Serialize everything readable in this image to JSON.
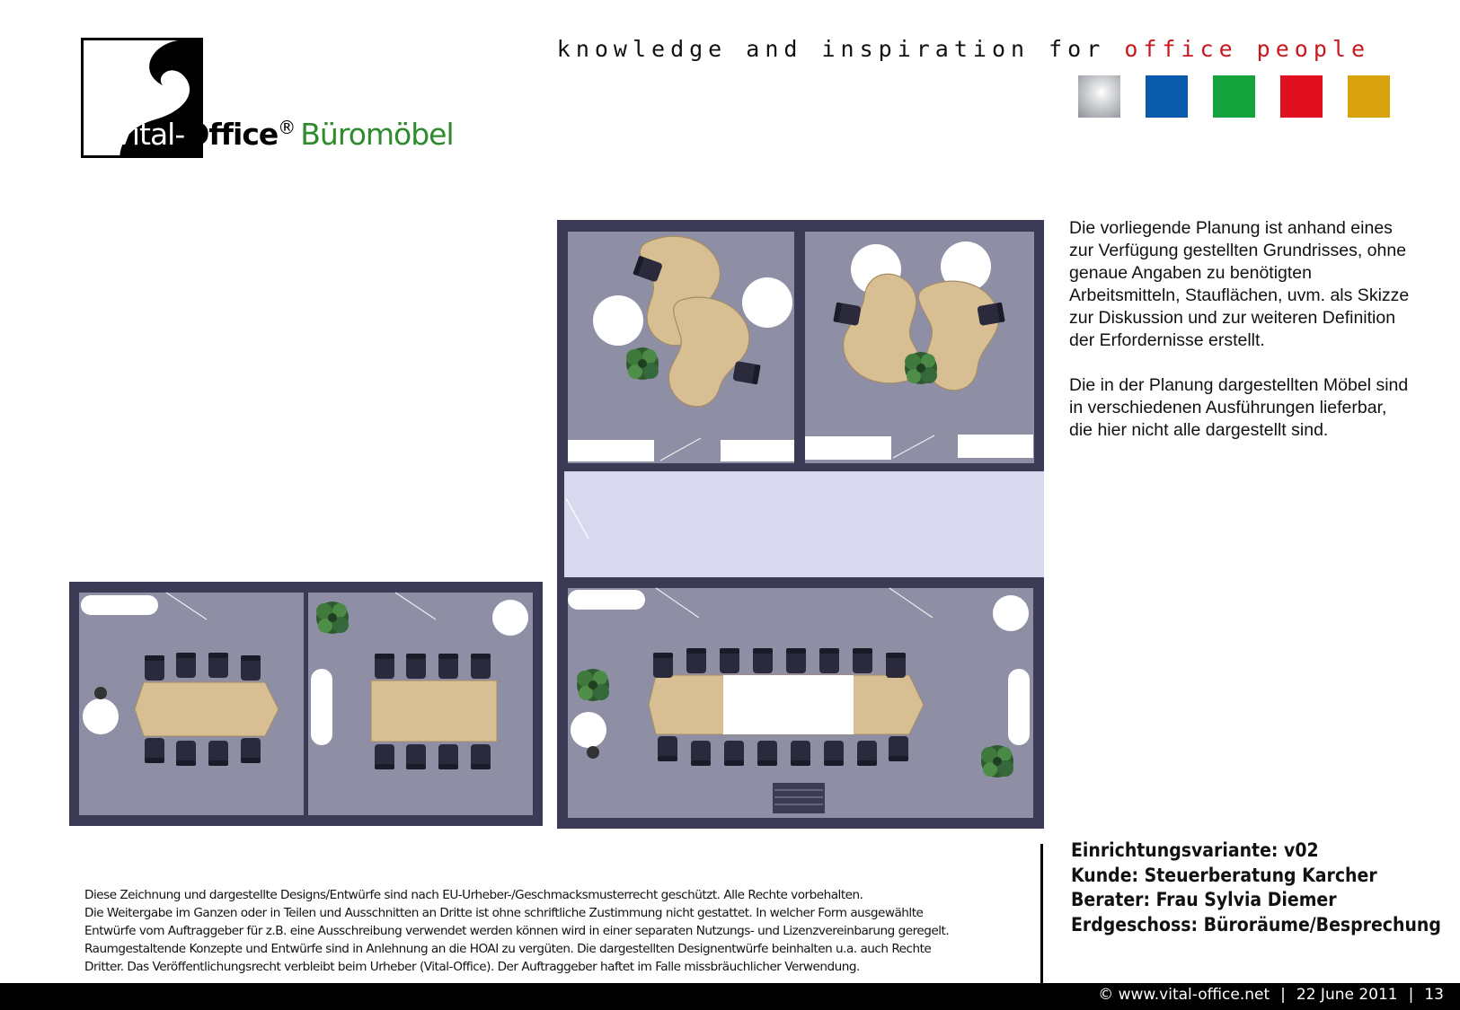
{
  "logo": {
    "vital": "Vital-",
    "office": "Office",
    "reg": "®",
    "brand": "Büromöbel"
  },
  "tagline": {
    "dark_part": "knowledge and inspiration for",
    "red_part": "office people"
  },
  "colors": {
    "silver": "#b9bcc0",
    "blue": "#0a5aab",
    "green": "#14a33c",
    "red": "#e01021",
    "gold": "#d8a20e",
    "room_floor": "#8e8ea4",
    "corridor": "#d8d8ee",
    "wall": "#3b3b55",
    "wood": "#d8be93"
  },
  "description": {
    "paragraph1": "Die vorliegende Planung ist anhand eines zur Verfügung gestellten Grundrisses, ohne genaue Angaben zu benötigten Arbeitsmitteln, Stauflächen, uvm. als Skizze zur Diskussion und zur weiteren Definition der Erfordernisse erstellt.",
    "paragraph2": "Die in der Planung dargestellten Möbel sind in verschiedenen Ausführungen lieferbar, die hier nicht alle dargestellt sind."
  },
  "info": {
    "variant": "Einrichtungsvariante: v02",
    "client": "Kunde: Steuerberatung Karcher",
    "advisor": "Berater: Frau Sylvia Diemer",
    "floor": "Erdgeschoss: Büroräume/Besprechung"
  },
  "legal": {
    "line1": "Diese Zeichnung und dargestellte Designs/Entwürfe sind nach EU-Urheber-/Geschmacksmusterrecht geschützt. Alle Rechte vorbehalten.",
    "line2": "Die Weitergabe im Ganzen oder in Teilen und Ausschnitten an Dritte ist ohne schriftliche Zustimmung nicht gestattet. In welcher Form ausgewählte",
    "line3": "Entwürfe vom Auftraggeber für z.B. eine Ausschreibung verwendet werden können wird in einer separaten Nutzungs- und Lizenzvereinbarung geregelt.",
    "line4": "Raumgestaltende Konzepte und Entwürfe sind in Anlehnung an die HOAI zu vergüten. Die dargestellten Designentwürfe beinhalten u.a. auch Rechte",
    "line5": "Dritter. Das Veröffentlichungsrecht verbleibt beim Urheber (Vital-Office). Der Auftraggeber haftet im Falle missbräuchlicher Verwendung."
  },
  "footer": {
    "copyright": "© www.vital-office.net",
    "date": "22 June 2011",
    "page": "13",
    "separator": "|"
  }
}
